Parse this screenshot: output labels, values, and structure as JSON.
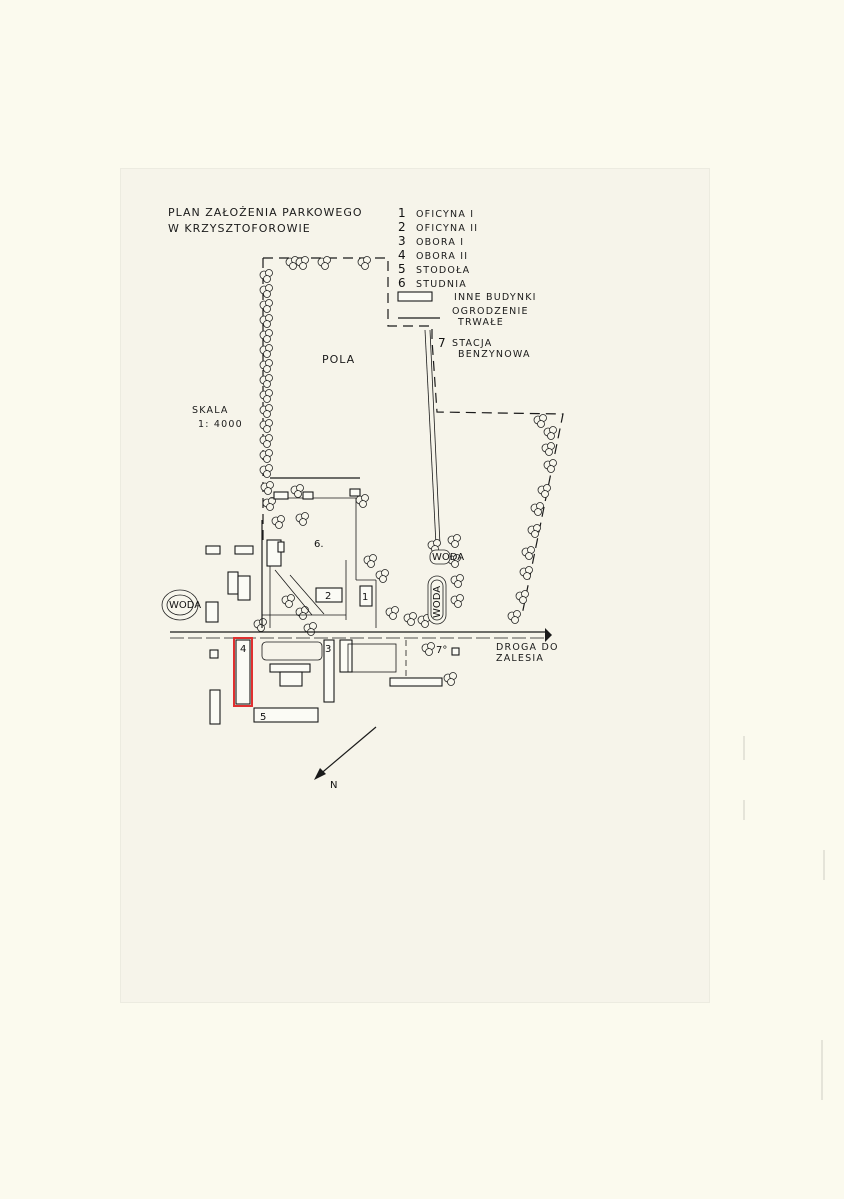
{
  "map": {
    "title_line1": "PLAN ZAŁOŻENIA PARKOWEGO",
    "title_line2": "W    KRZYSZTOFOROWIE",
    "scale_label": "SKALA",
    "scale_value": "1: 4000",
    "north_label": "N",
    "fields_label": "POLA",
    "water_label": "WODA",
    "road_line1": "DROGA DO",
    "road_line2": "ZALESIA",
    "accent_color": "#e03030"
  },
  "legend": {
    "items": [
      {
        "num": "1",
        "label": "OFICYNA I"
      },
      {
        "num": "2",
        "label": "OFICYNA II"
      },
      {
        "num": "3",
        "label": "OBORA I"
      },
      {
        "num": "4",
        "label": "OBORA II"
      },
      {
        "num": "5",
        "label": "STODOŁA"
      },
      {
        "num": "6",
        "label": "STUDNIA"
      }
    ],
    "other_buildings": "INNE BUDYNKI",
    "fence_line1": "OGRODZENIE",
    "fence_line2": "TRWAŁE",
    "station_num": "7",
    "station_line1": "STACJA",
    "station_line2": "BENZYNOWA"
  },
  "markers": {
    "b1": "1",
    "b2": "2",
    "b3": "3",
    "b4": "4",
    "b5": "5",
    "b6": "6.",
    "b7": "7°"
  }
}
